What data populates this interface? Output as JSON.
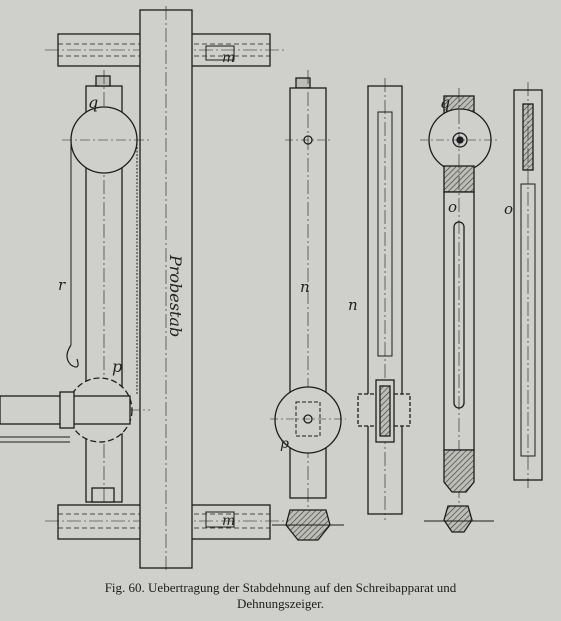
{
  "figure": {
    "labels": {
      "m_top": "m",
      "m_bottom": "m",
      "q_left": "q",
      "r_left": "r",
      "p_left": "p",
      "proberstab": "Probestab",
      "n_mid": "n",
      "p_mid": "p",
      "n_right": "n",
      "q_right": "q",
      "o_mid": "o",
      "o_right": "o"
    }
  },
  "caption": {
    "line1": "Fig. 60.  Uebertragung der Stabdehnung auf den Schreibapparat und",
    "line2": "Dehnungszeiger."
  }
}
